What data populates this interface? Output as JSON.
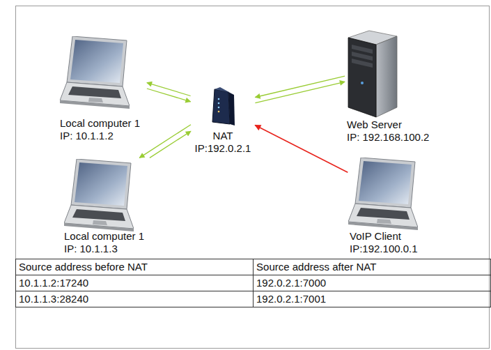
{
  "diagram": {
    "nodes": [
      {
        "text": [
          "Local computer 1",
          "IP: 10.1.1.2"
        ]
      },
      {
        "text": [
          "NAT",
          "IP:192.0.2.1"
        ]
      },
      {
        "text": [
          "Web Server",
          "IP: 192.168.100.2"
        ]
      },
      {
        "text": [
          "Local computer 1",
          "IP: 10.1.1.3"
        ]
      },
      {
        "text": [
          "VoIP Client",
          "IP:192.100.0.1"
        ]
      }
    ],
    "edges": [
      {
        "from": 1,
        "to": 0,
        "arrow": "to"
      },
      {
        "from": 0,
        "to": 1,
        "arrow": "to"
      },
      {
        "from": 1,
        "to": 2,
        "arrow": "to"
      },
      {
        "from": 2,
        "to": 1,
        "arrow": "to"
      },
      {
        "from": 1,
        "to": 3,
        "arrow": "to"
      },
      {
        "from": 3,
        "to": 1,
        "arrow": "to"
      },
      {
        "from": 4,
        "to": 1,
        "arrow": "to"
      }
    ],
    "labels": [
      "Source address before NAT",
      "Source address after NAT",
      "10.1.1.2:17240",
      "192.0.2.1:7000",
      "10.1.1.3:28240",
      "192.0.2.1:7001"
    ]
  }
}
